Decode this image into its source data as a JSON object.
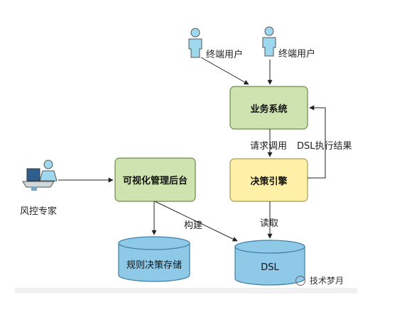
{
  "nodes": {
    "user_left": "终端用户",
    "user_right": "终端用户",
    "business_system": "业务系统",
    "decision_engine": "决策引擎",
    "admin_console": "可视化管理后台",
    "risk_expert": "风控专家",
    "rule_storage": "规则决策存储",
    "dsl_store": "DSL"
  },
  "edges": {
    "request_call": "请求调用",
    "dsl_result": "DSL执行结果",
    "read": "读取",
    "build": "构建"
  },
  "watermark": "技术梦月",
  "colors": {
    "green_box": "#cfe3b0",
    "yellow_box": "#fff0a8",
    "cylinder": "#8ec9e8",
    "person": "#9ed8ef"
  }
}
